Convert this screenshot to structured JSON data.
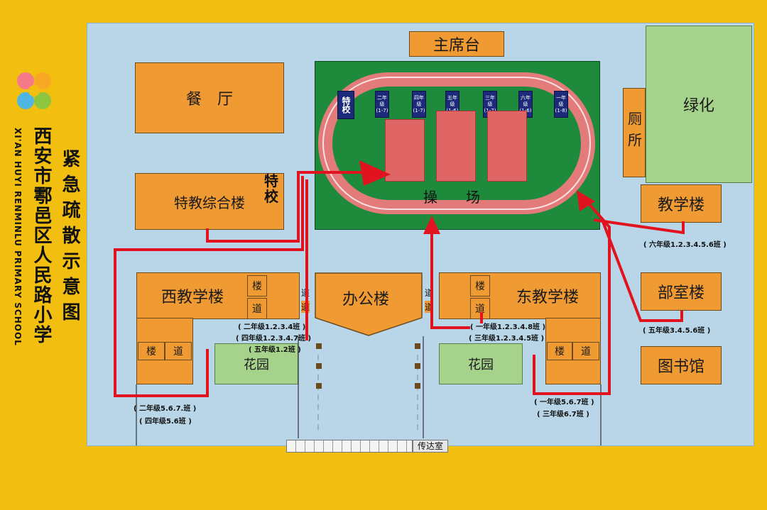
{
  "colors": {
    "background": "#f2be0f",
    "building": "#ef9a33",
    "field": "#1e8a3c",
    "track": "#e47b7b",
    "route": "#e0131f",
    "greenery": "#a5d38b"
  },
  "side": {
    "school_cn": "西安市鄠邑区人民路小学",
    "school_en": "XI'AN HUYI RENMINLU PRIMARY SCHOOL",
    "map_title": "紧急疏散示意图"
  },
  "buildings": {
    "rostrum": "主席台",
    "canteen": "餐　厅",
    "special_ed": "特教综合楼",
    "special_ed_tag": "特校",
    "toilet": "厕所",
    "greening": "绿化",
    "teaching": "教学楼",
    "west": "西教学楼",
    "office": "办公楼",
    "east": "东教学楼",
    "department": "部室楼",
    "library": "图书馆",
    "garden_w": "花园",
    "garden_e": "花园",
    "gatehouse": "传达室",
    "playground": "操　　场",
    "stair_a": "楼",
    "stair_b": "道",
    "passage_char": "道"
  },
  "banners": [
    {
      "title": "特校",
      "sub": ""
    },
    {
      "title": "二年级",
      "sub": "(1-7)"
    },
    {
      "title": "四年级",
      "sub": "(1-7)"
    },
    {
      "title": "五年级",
      "sub": "(1-6)"
    },
    {
      "title": "三年级",
      "sub": "(1-7)"
    },
    {
      "title": "六年级",
      "sub": "(1-6)"
    },
    {
      "title": "一年级",
      "sub": "(1-8)"
    }
  ],
  "labels": {
    "grade6": "( 六年级1.2.3.4.5.6班 )",
    "grade5b": "( 五年级3.4.5.6班 )",
    "west_mid_1": "( 二年级1.2.3.4班 )",
    "west_mid_2": "( 四年级1.2.3.4.7班 )",
    "west_mid_3": "( 五年级1.2班 )",
    "west_low_1": "( 二年级5.6.7.班 )",
    "west_low_2": "( 四年级5.6班 )",
    "east_mid_1": "( 一年级1.2.3.4.8班 )",
    "east_mid_2": "( 三年级1.2.3.4.5班 )",
    "east_low_1": "( 一年级5.6.7班 )",
    "east_low_2": "( 三年级6.7班 )"
  }
}
